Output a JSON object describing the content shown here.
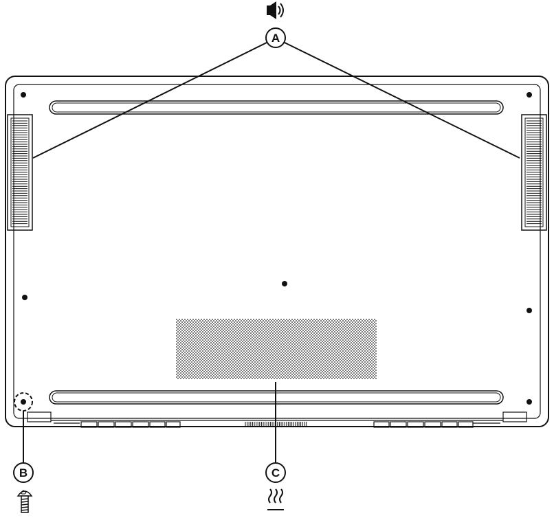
{
  "callouts": {
    "a": {
      "letter": "A",
      "icon": "speaker-icon"
    },
    "b": {
      "letter": "B",
      "icon": "screw-icon"
    },
    "c": {
      "letter": "C",
      "icon": "heat-icon"
    }
  },
  "colors": {
    "line": "#111111",
    "background": "#ffffff"
  }
}
